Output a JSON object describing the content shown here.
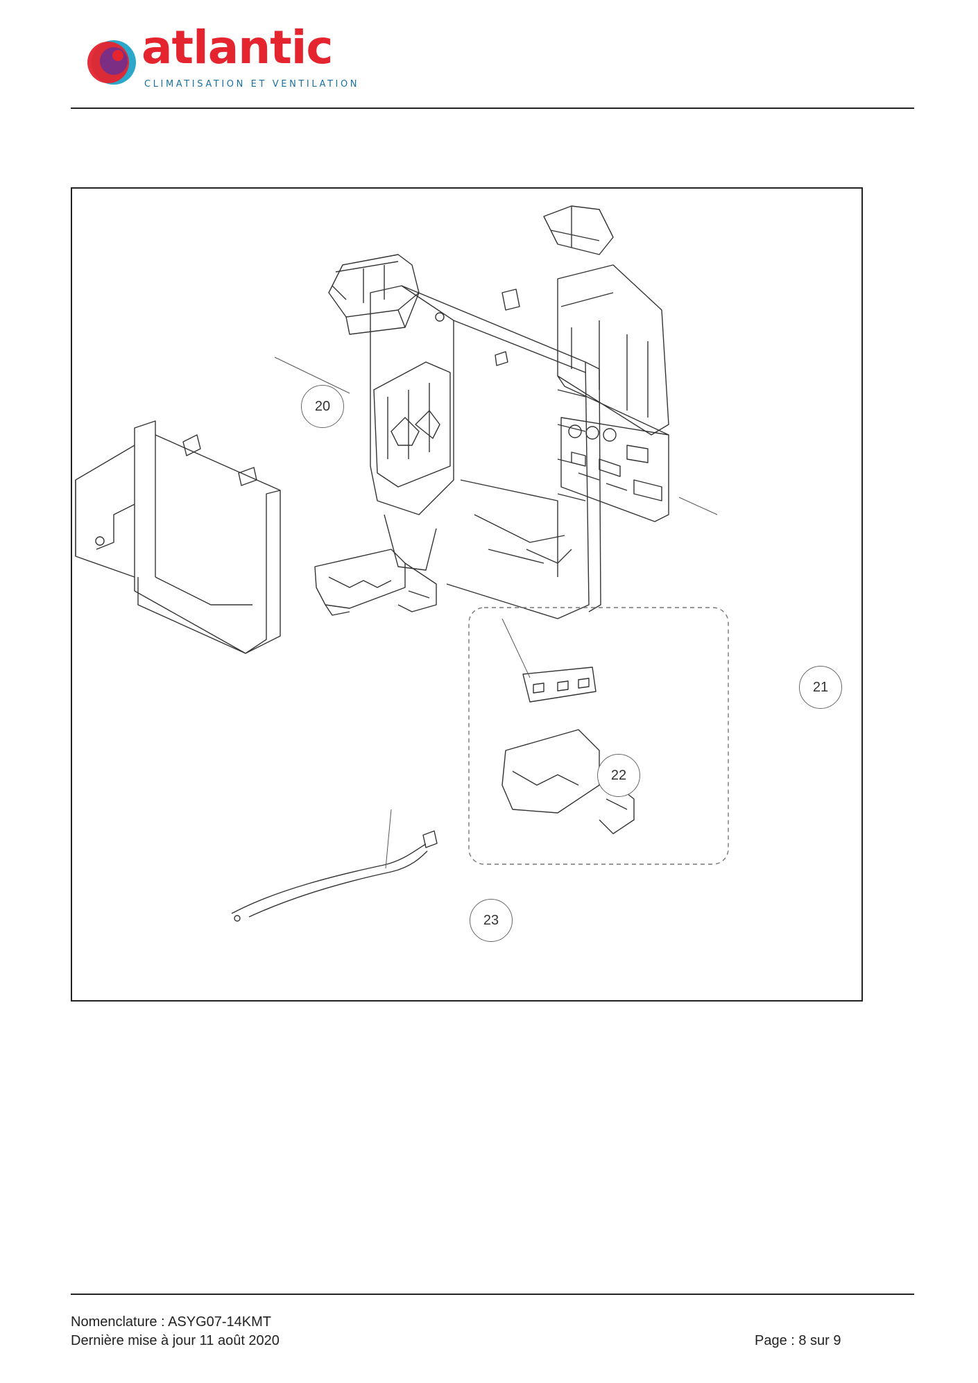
{
  "header": {
    "logo_word": "atlantic",
    "logo_tagline": "CLIMATISATION ET VENTILATION",
    "brand_colors": {
      "red": "#e4242f",
      "blue": "#1b6f9f",
      "purple": "#7b2e83"
    }
  },
  "diagram": {
    "callouts": [
      {
        "id": "20",
        "label": "20"
      },
      {
        "id": "21",
        "label": "21"
      },
      {
        "id": "22",
        "label": "22"
      },
      {
        "id": "23",
        "label": "23"
      }
    ]
  },
  "footer": {
    "nomenclature": "Nomenclature : ASYG07-14KMT",
    "updated": "Dernière mise à jour 11 août 2020",
    "page": "Page : 8 sur 9"
  }
}
